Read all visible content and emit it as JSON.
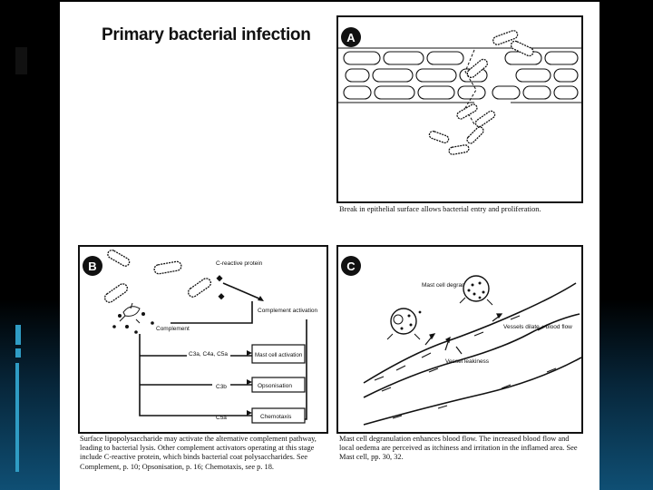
{
  "title": "Primary bacterial infection",
  "panels": {
    "a": {
      "letter": "A",
      "caption": "Break in epithelial surface allows bacterial entry and proliferation."
    },
    "b": {
      "letter": "B",
      "labels": {
        "c_reactive": "C-reactive protein",
        "complement": "Complement",
        "complement_activation": "Complement activation",
        "c3a_c4a_c5a": "C3a, C4a, C5a",
        "mast_cell_activation": "Mast cell activation",
        "c3b": "C3b",
        "opsonisation": "Opsonisation",
        "c5a": "C5a",
        "chemotaxis": "Chemotaxis"
      },
      "caption": "Surface lipopolysaccharide may activate the alternative complement pathway, leading to bacterial lysis. Other complement activators operating at this stage include C-reactive protein, which binds bacterial coat polysaccharides. See Complement, p. 10; Opsonisation, p. 16; Chemotaxis, see p. 18."
    },
    "c": {
      "letter": "C",
      "labels": {
        "mast_cell_degranulation": "Mast cell degranulation",
        "vessels_dilate": "Vessels dilate ↑ blood flow",
        "vessel_leakiness": "Vessel leakiness"
      },
      "caption": "Mast cell degranulation enhances blood flow. The increased blood flow and local oedema are perceived as itchiness and irritation in the inflamed area. See Mast cell, pp. 30, 32."
    }
  }
}
